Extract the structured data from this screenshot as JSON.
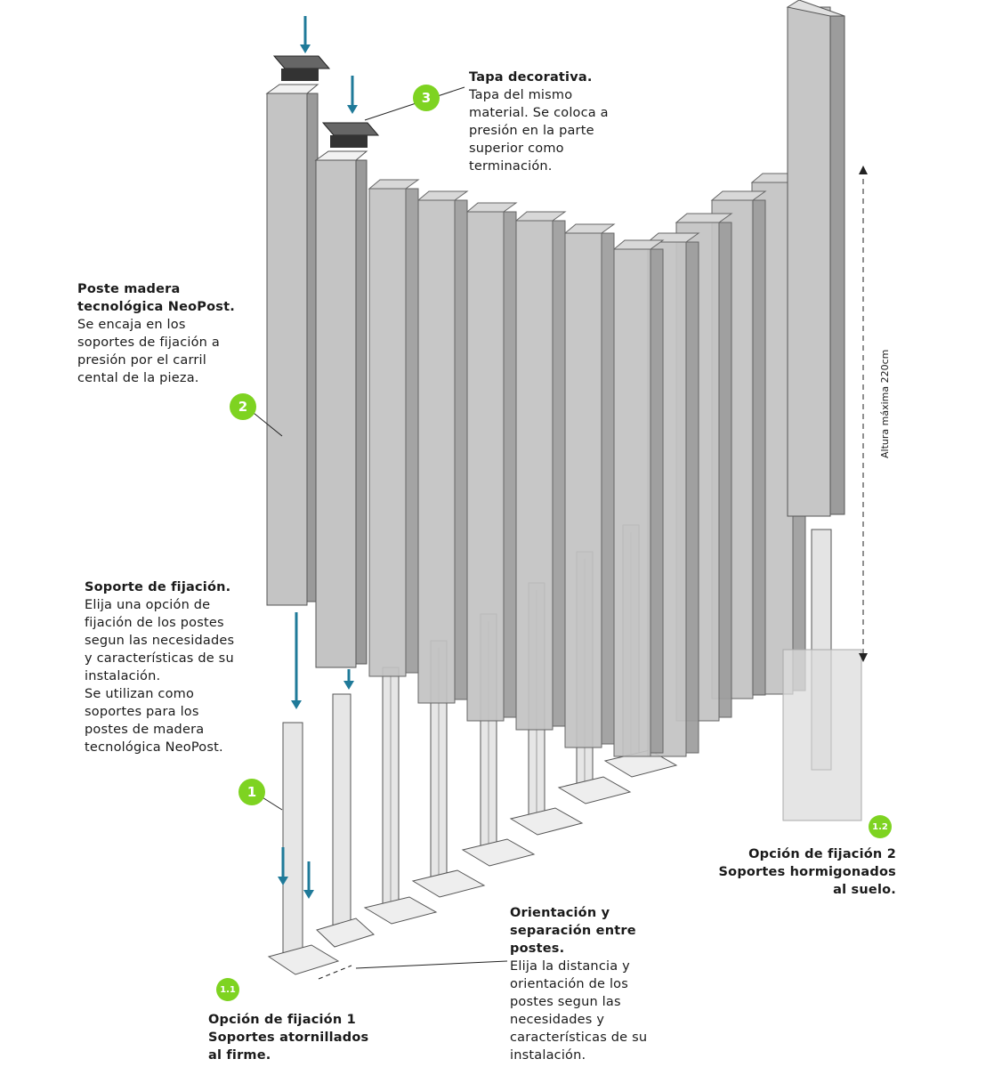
{
  "colors": {
    "accent_green": "#7ed321",
    "arrow_blue": "#1f7a99",
    "post_gray": "#b9b9b9",
    "text": "#1a1a1a"
  },
  "badges": {
    "b1": "1",
    "b1_1": "1.1",
    "b1_2": "1.2",
    "b2": "2",
    "b3": "3"
  },
  "notes": {
    "tapa": {
      "title": "Tapa decorativa.",
      "lines": [
        "Tapa del mismo",
        "material. Se coloca a",
        "presión en la parte",
        "superior como",
        "terminación."
      ]
    },
    "poste": {
      "title_lines": [
        "Poste madera",
        "tecnológica NeoPost."
      ],
      "lines": [
        "Se encaja en los",
        "soportes de fijación a",
        "presión por el carril",
        "cental de la pieza."
      ]
    },
    "soporte": {
      "title": "Soporte de fijación.",
      "lines": [
        "Elija una opción de",
        "fijación de los postes",
        "segun las necesidades",
        "y características de su",
        "instalación.",
        "Se utilizan como",
        "soportes para los",
        "postes de madera",
        "tecnológica NeoPost."
      ]
    },
    "orientacion": {
      "title_lines": [
        "Orientación y",
        "separación entre",
        "postes."
      ],
      "lines": [
        "Elija la distancia y",
        "orientación de los",
        "postes segun las",
        "necesidades y",
        "características de su",
        "instalación."
      ]
    },
    "opcion1": {
      "title_lines": [
        "Opción de fijación 1",
        "Soportes atornillados",
        "al firme."
      ]
    },
    "opcion2": {
      "title_lines": [
        "Opción de fijación 2",
        "Soportes hormigonados",
        "al suelo."
      ]
    }
  },
  "dimension_label": "Altura máxima 220cm"
}
